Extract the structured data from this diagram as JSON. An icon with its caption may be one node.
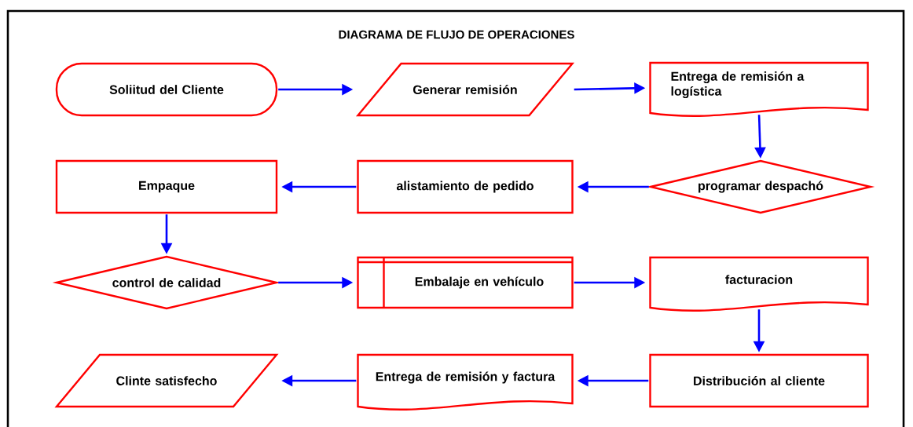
{
  "diagram": {
    "title": "DIAGRAMA DE FLUJO DE OPERACIONES",
    "nodes": [
      {
        "text": [
          "Soliitud del Cliente"
        ]
      },
      {
        "text": [
          "Generar remisión"
        ]
      },
      {
        "text": [
          "Entrega de remisión a logística"
        ]
      },
      {
        "text": [
          "programar despachó"
        ]
      },
      {
        "text": [
          "alistamiento de pedido"
        ]
      },
      {
        "text": [
          "Empaque"
        ]
      },
      {
        "text": [
          "control de calidad"
        ]
      },
      {
        "text": [
          "Embalaje en vehículo"
        ]
      },
      {
        "text": [
          "facturacion"
        ]
      },
      {
        "text": [
          "Distribución al cliente"
        ]
      },
      {
        "text": [
          "Entrega de remisión y factura"
        ]
      },
      {
        "text": [
          "Clinte satisfecho"
        ]
      }
    ],
    "edges": [
      {
        "from": 0,
        "to": 1,
        "arrow": "to"
      },
      {
        "from": 1,
        "to": 2,
        "arrow": "to"
      },
      {
        "from": 2,
        "to": 3,
        "arrow": "to"
      },
      {
        "from": 3,
        "to": 4,
        "arrow": "to"
      },
      {
        "from": 4,
        "to": 5,
        "arrow": "to"
      },
      {
        "from": 5,
        "to": 6,
        "arrow": "to"
      },
      {
        "from": 6,
        "to": 7,
        "arrow": "to"
      },
      {
        "from": 7,
        "to": 8,
        "arrow": "to"
      },
      {
        "from": 8,
        "to": 9,
        "arrow": "to"
      },
      {
        "from": 9,
        "to": 10,
        "arrow": "to"
      },
      {
        "from": 10,
        "to": 11,
        "arrow": "to"
      }
    ]
  }
}
